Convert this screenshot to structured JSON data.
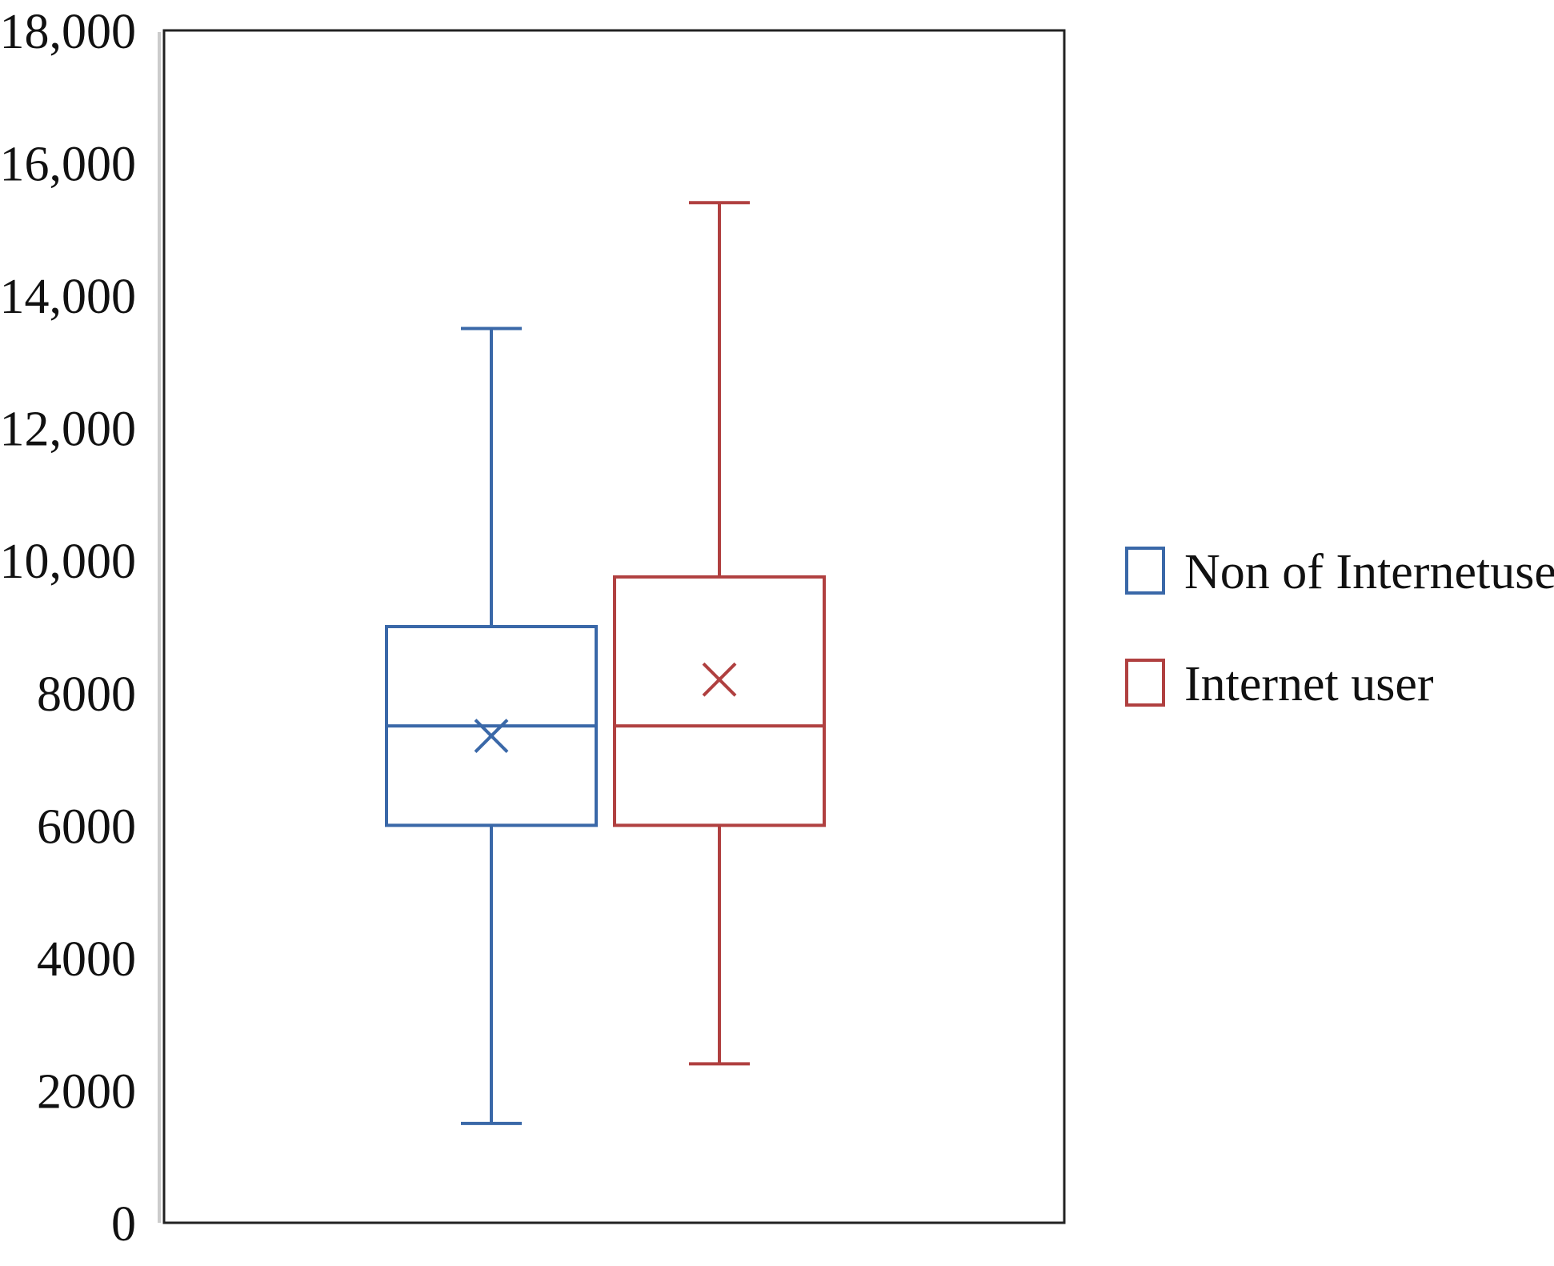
{
  "chart_data": {
    "type": "box",
    "title": "",
    "xlabel": "",
    "ylabel": "",
    "ylim": [
      0,
      18000
    ],
    "yticks": [
      {
        "value": 0,
        "label": "0"
      },
      {
        "value": 2000,
        "label": "2000"
      },
      {
        "value": 4000,
        "label": "4000"
      },
      {
        "value": 6000,
        "label": "6000"
      },
      {
        "value": 8000,
        "label": "8000"
      },
      {
        "value": 10000,
        "label": "10,000"
      },
      {
        "value": 12000,
        "label": "12,000"
      },
      {
        "value": 14000,
        "label": "14,000"
      },
      {
        "value": 16000,
        "label": "16,000"
      },
      {
        "value": 18000,
        "label": "18,000"
      }
    ],
    "grid": false,
    "legend_position": "right",
    "series": [
      {
        "name": "Non of Internetuser",
        "color": "#3a68a8",
        "min": 1500,
        "q1": 6000,
        "median": 7500,
        "q3": 9000,
        "max": 13500,
        "mean": 7350
      },
      {
        "name": "Internet user",
        "color": "#b04040",
        "min": 2400,
        "q1": 6000,
        "median": 7500,
        "q3": 9750,
        "max": 15400,
        "mean": 8200
      }
    ]
  }
}
